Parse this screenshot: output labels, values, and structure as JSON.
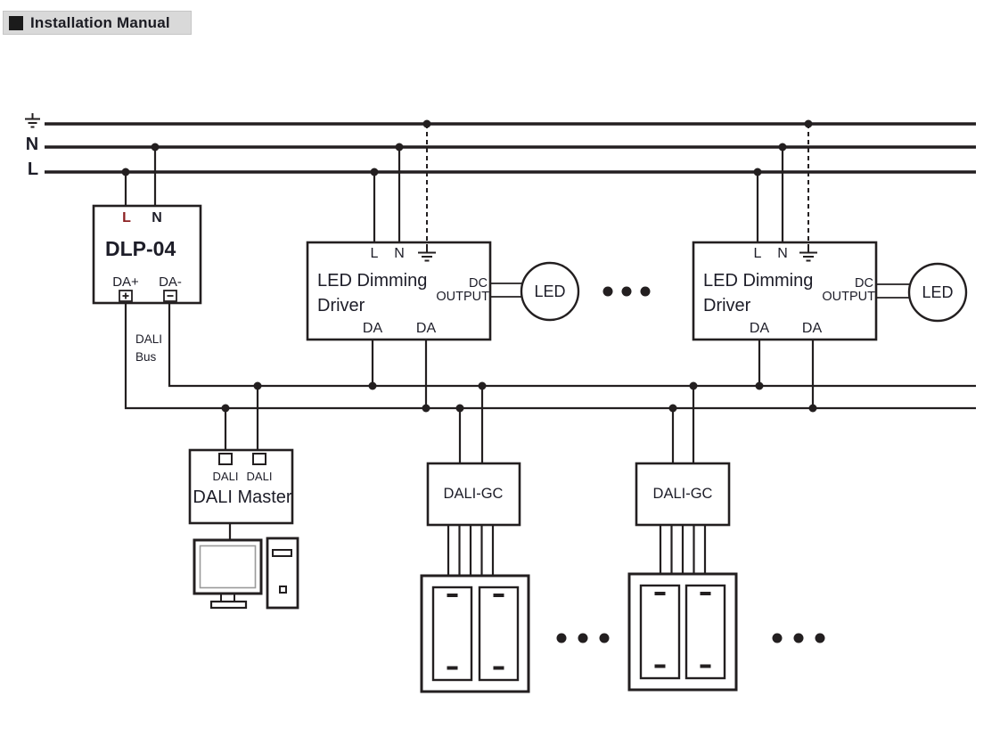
{
  "header": {
    "title": "Installation Manual"
  },
  "power": {
    "neutral": "N",
    "live": "L"
  },
  "dlp04": {
    "title": "DLP-04",
    "terminal_l": "L",
    "terminal_n": "N",
    "da_plus": "DA+",
    "da_minus": "DA-"
  },
  "dali_bus": {
    "line1": "DALI",
    "line2": "Bus"
  },
  "driver": {
    "name_line1": "LED Dimming",
    "name_line2": "Driver",
    "terminal_l": "L",
    "terminal_n": "N",
    "dc": "DC",
    "output": "OUTPUT",
    "da": "DA",
    "led": "LED"
  },
  "master": {
    "title": "DALI Master",
    "port": "DALI"
  },
  "gc": {
    "title": "DALI-GC"
  },
  "icons": {
    "earth_ground": "earth-ground-symbol",
    "ellipsis": "three-dots",
    "computer": "monitor-and-tower",
    "wall_switch": "two-rocker-panel"
  },
  "colors": {
    "line": "#231f20",
    "header_bg": "#d9d9d9",
    "live_terminal_text": "#8c2022",
    "text": "#1d1d28"
  }
}
